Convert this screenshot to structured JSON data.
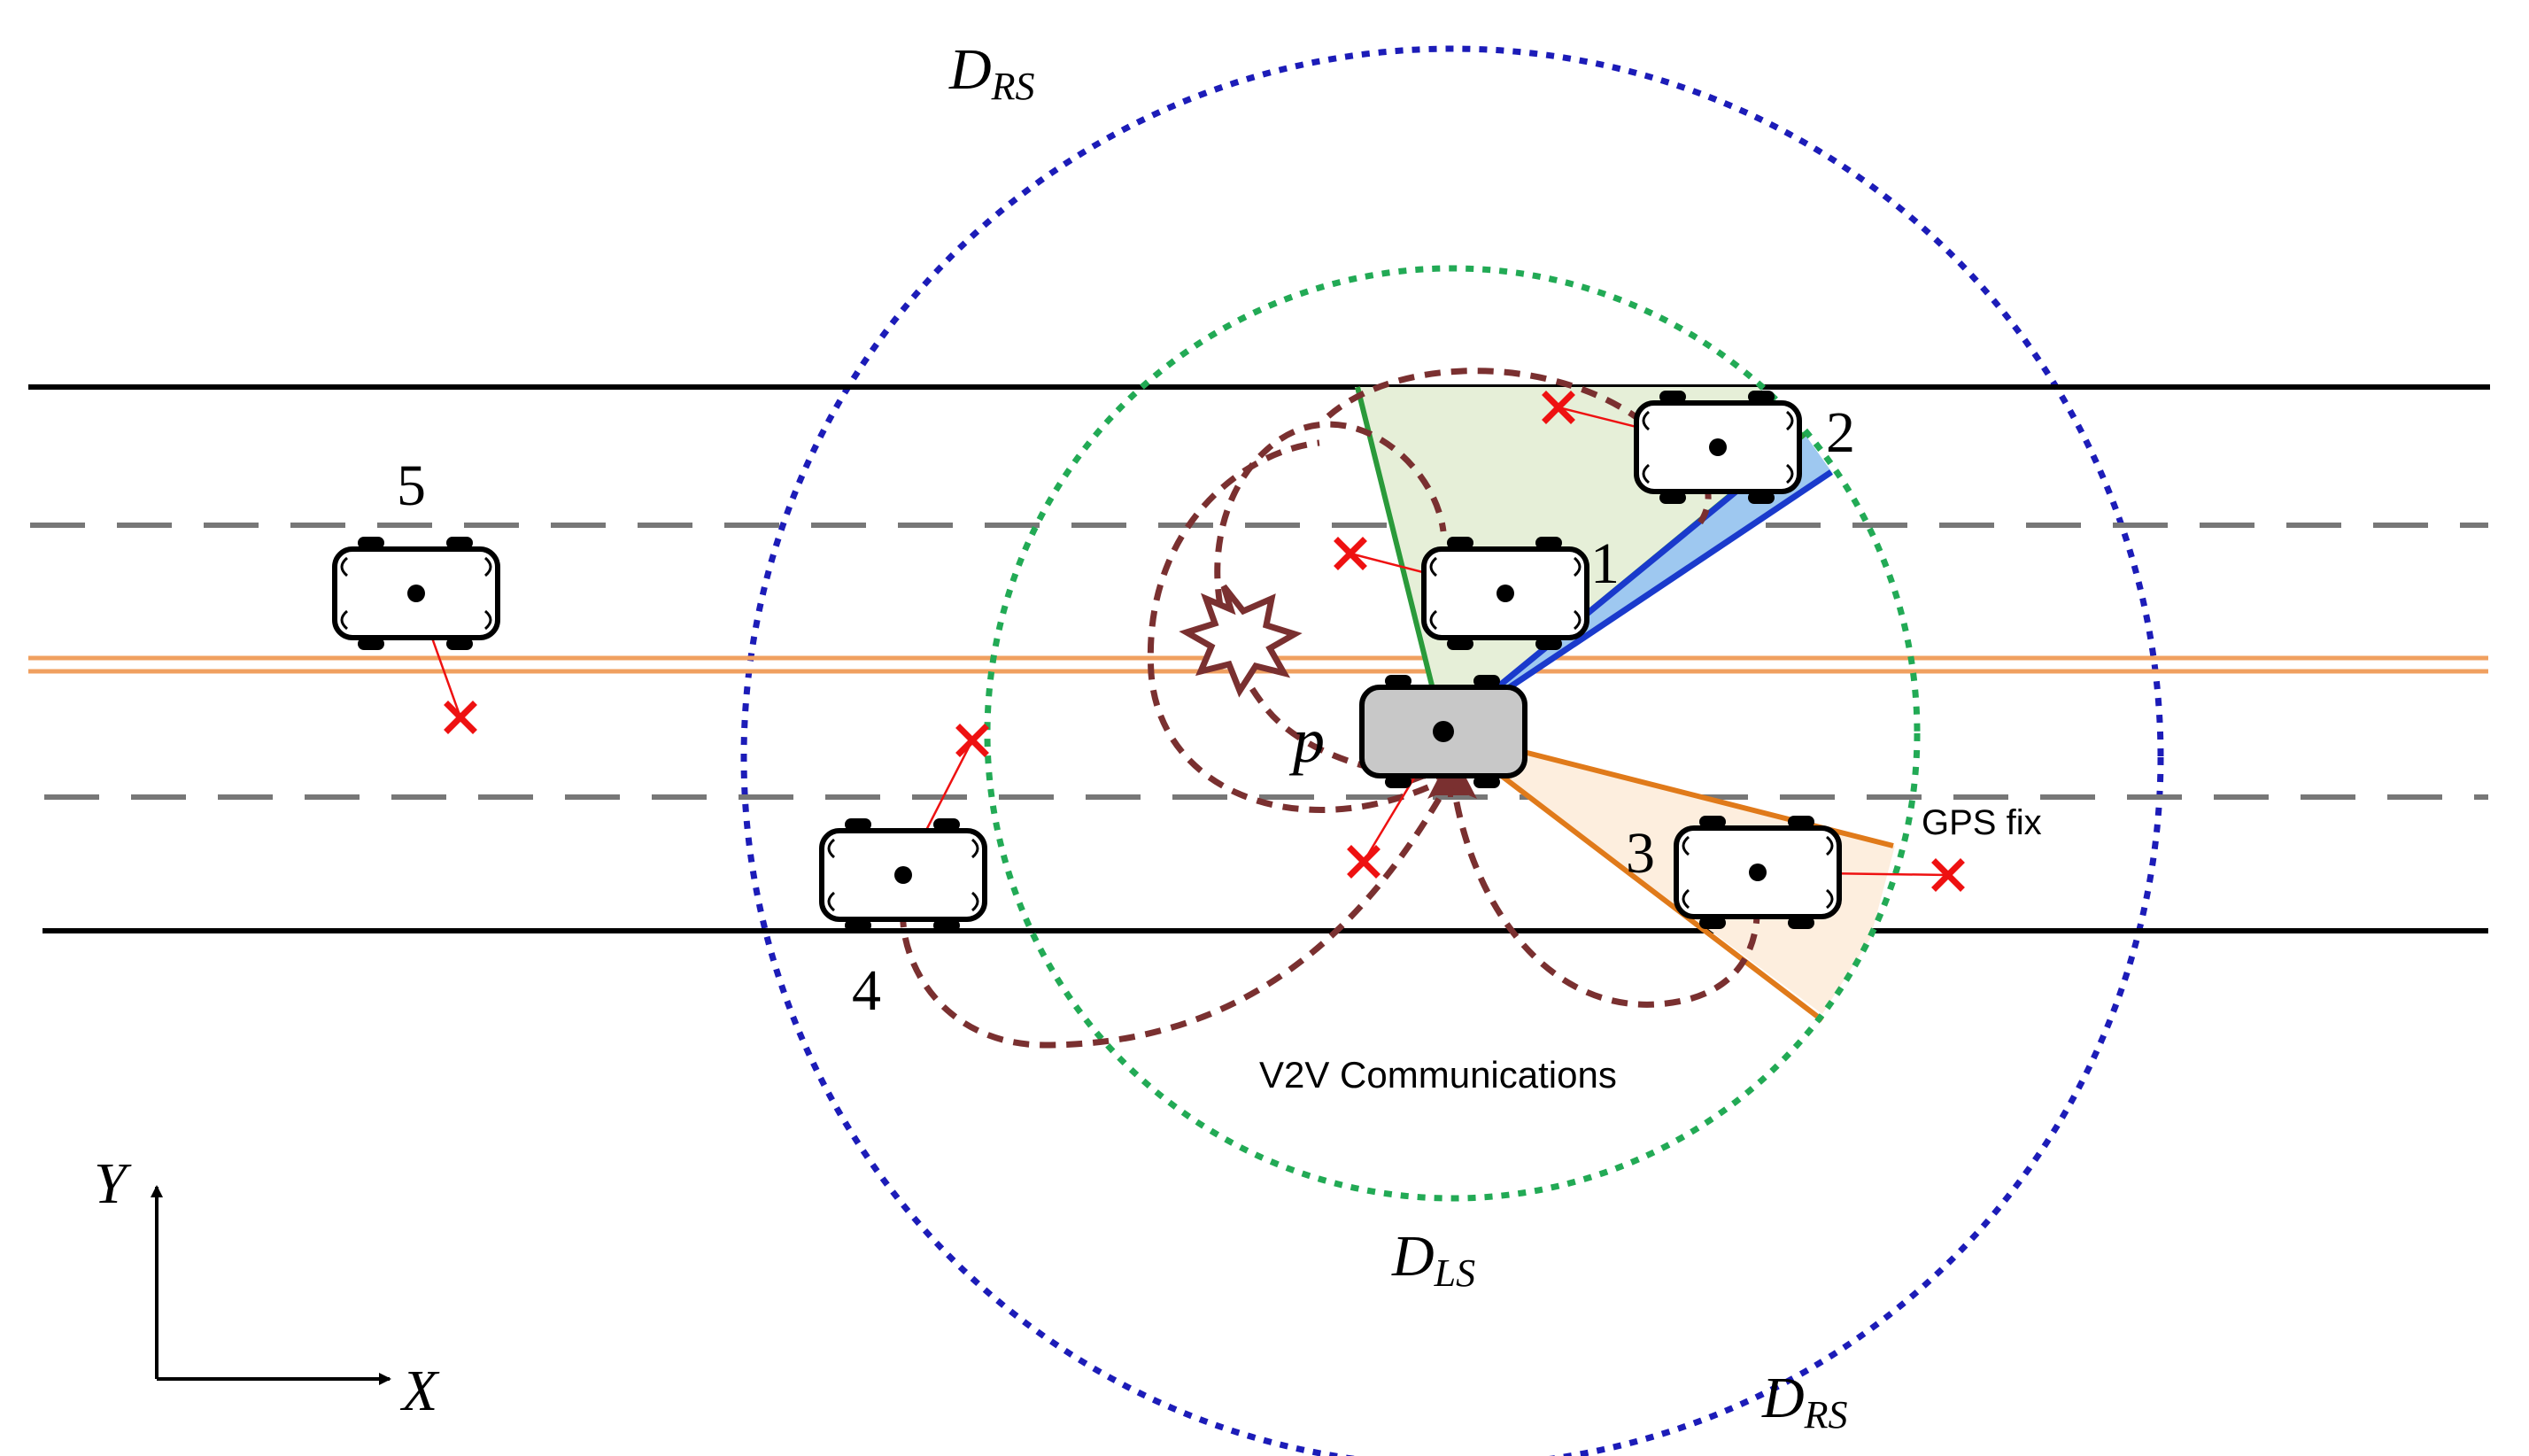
{
  "labels": {
    "drs_top": {
      "main": "D",
      "sub": "RS"
    },
    "drs_bottom": {
      "main": "D",
      "sub": "RS"
    },
    "dls": {
      "main": "D",
      "sub": "LS"
    },
    "vehicle_p": "p",
    "vehicle_1": "1",
    "vehicle_2": "2",
    "vehicle_3": "3",
    "vehicle_4": "4",
    "vehicle_5": "5",
    "gps_fix": "GPS fix",
    "v2v": "V2V Communications",
    "axis_x": "X",
    "axis_y": "Y"
  },
  "colors": {
    "road_edge": "#000000",
    "lane_dash": "#777777",
    "median": "#f0a060",
    "drs_circle": "#1c1cb8",
    "dls_circle": "#22aa55",
    "v2v_path": "#7a3030",
    "gps_error": "#ee1111",
    "green_sector": "#2a9a3a",
    "blue_sector": "#1a3acc",
    "orange_sector": "#e07a1a",
    "target_vehicle": "#c8c8c8"
  },
  "icons": [
    "car-icon",
    "explosion-icon",
    "gps-error-cross-icon",
    "axis-arrow-icon"
  ]
}
